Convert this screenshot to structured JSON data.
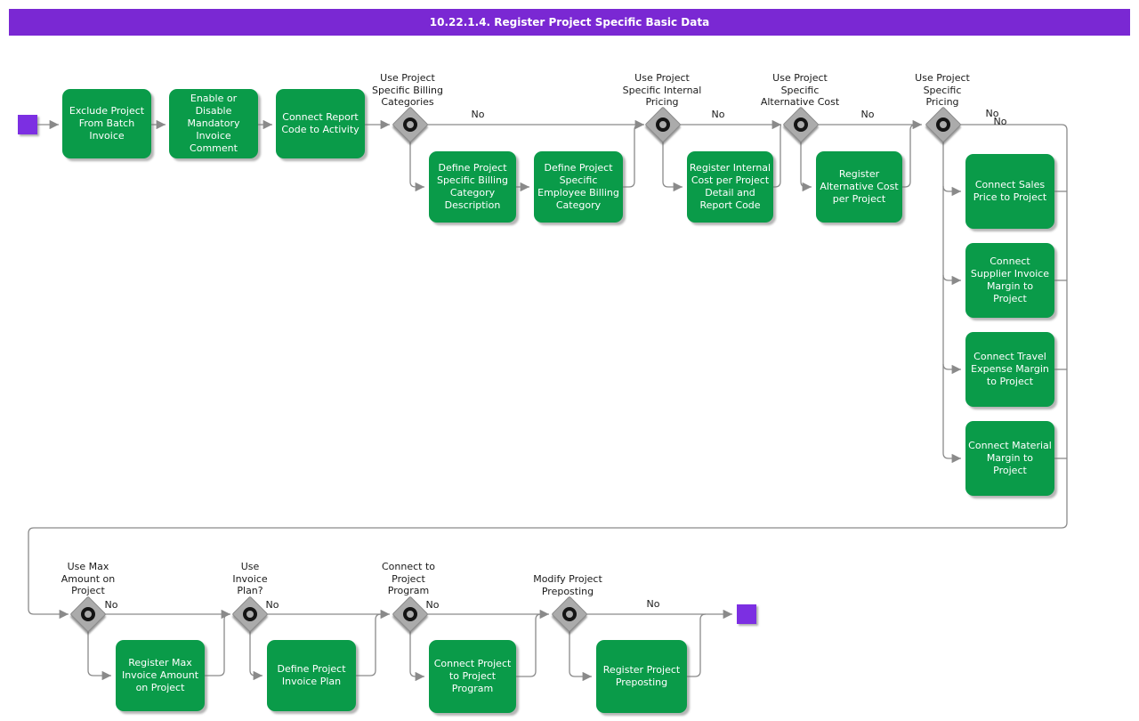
{
  "title": "10.22.1.4. Register Project Specific Basic Data",
  "colors": {
    "title_bar_purple": "#7A28D3",
    "terminal_purple": "#7C2FE2",
    "task_green": "#0A9B49",
    "connector_gray": "#8A8A8A",
    "diamond_gray": "#ABABAB",
    "task_text": "#FFFFFF",
    "label_text": "#1A1A1A"
  },
  "no_label": "No",
  "tasks": [
    {
      "label": "Exclude Project\nFrom Batch\nInvoice"
    },
    {
      "label": "Enable or\nDisable\nMandatory\nInvoice\nComment"
    },
    {
      "label": "Connect Report\nCode to Activity"
    },
    {
      "label": "Define Project\nSpecific Billing\nCategory\nDescription"
    },
    {
      "label": "Define Project\nSpecific\nEmployee Billing\nCategory"
    },
    {
      "label": "Register Internal\nCost per Project\nDetail and\nReport Code"
    },
    {
      "label": "Register\nAlternative Cost\nper Project"
    },
    {
      "label": "Connect Sales\nPrice to Project"
    },
    {
      "label": "Connect\nSupplier Invoice\nMargin to\nProject"
    },
    {
      "label": "Connect Travel\nExpense Margin\nto Project"
    },
    {
      "label": "Connect Material\nMargin to\nProject"
    },
    {
      "label": "Register Max\nInvoice Amount\non Project"
    },
    {
      "label": "Define Project\nInvoice Plan"
    },
    {
      "label": "Connect Project\nto Project\nProgram"
    },
    {
      "label": "Register Project\nPreposting"
    }
  ],
  "decisions": [
    {
      "label": "Use Project\nSpecific Billing\nCategories"
    },
    {
      "label": "Use Project\nSpecific Internal\nPricing"
    },
    {
      "label": "Use Project\nSpecific\nAlternative Cost"
    },
    {
      "label": "Use Project\nSpecific\nPricing"
    },
    {
      "label": "Use Max\nAmount on\nProject"
    },
    {
      "label": "Use\nInvoice\nPlan?"
    },
    {
      "label": "Connect to\nProject\nProgram"
    },
    {
      "label": "Modify Project\nPreposting"
    }
  ]
}
